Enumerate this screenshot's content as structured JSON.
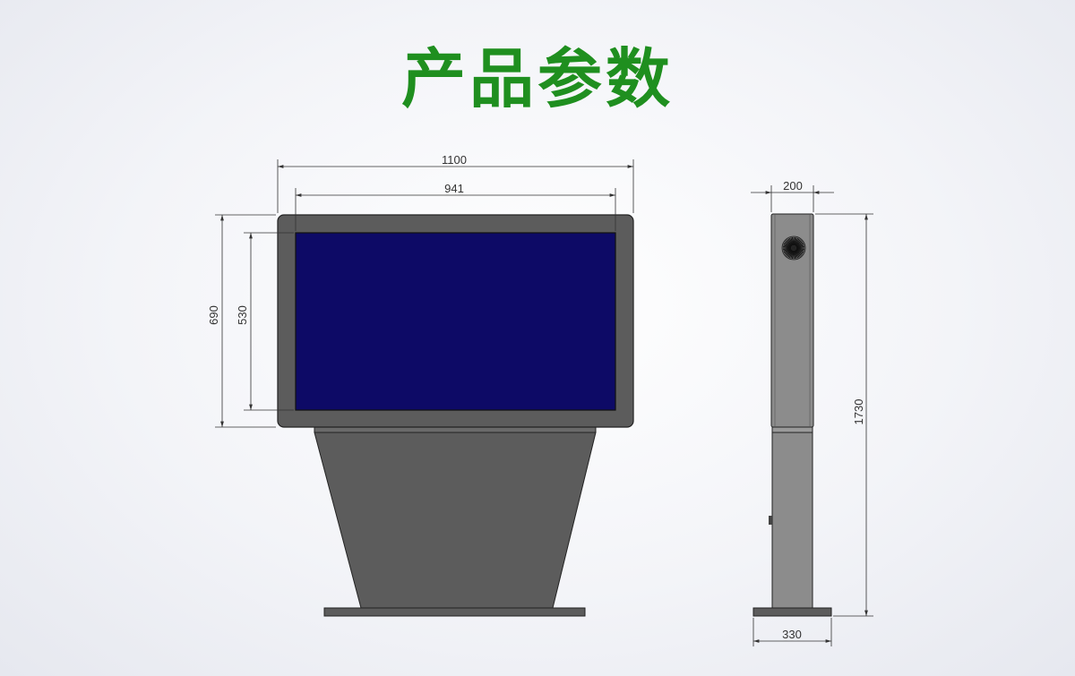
{
  "title": "产品参数",
  "colors": {
    "title": "#1f8f1f",
    "screen": "#0d0a66",
    "body": "#5c5c5c",
    "side_panel": "#8c8c8c",
    "dimension_line": "#333333"
  },
  "dimensions": {
    "overall_width": "1100",
    "screen_width": "941",
    "head_height": "690",
    "screen_height": "530",
    "side_depth": "200",
    "total_height": "1730",
    "base_depth": "330"
  },
  "icons": {
    "speaker": "speaker-grille-icon"
  }
}
